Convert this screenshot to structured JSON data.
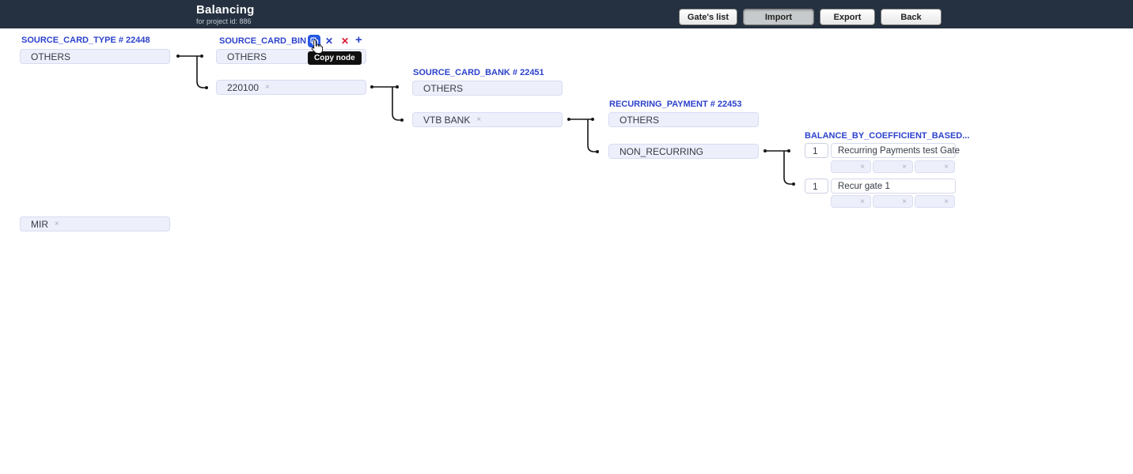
{
  "colors": {
    "header_bg": "#253140",
    "accent_blue": "#2d42cc",
    "danger_red": "#de1430",
    "copy_button_bg": "#2457e2",
    "box_bg": "#edeffb",
    "box_border": "#d8dcf2"
  },
  "icons": {
    "remove_glyph": "×",
    "close_glyph": "✕",
    "add_glyph": "+"
  },
  "header": {
    "title": "Balancing",
    "subtitle": "for project id: 886",
    "buttons": [
      "Gate's list",
      "Import",
      "Export",
      "Back"
    ]
  },
  "cursor_tooltip": "Copy node",
  "columns": [
    {
      "title": "SOURCE_CARD_TYPE # 22448",
      "nodes": [
        {
          "label": "OTHERS"
        },
        {
          "label": "MIR",
          "removable": true
        }
      ]
    },
    {
      "title": "SOURCE_CARD_BIN ...",
      "nodes": [
        {
          "label": "OTHERS"
        },
        {
          "label": "220100",
          "removable": true
        }
      ]
    },
    {
      "title": "SOURCE_CARD_BANK # 22451",
      "nodes": [
        {
          "label": "OTHERS"
        },
        {
          "label": "VTB BANK",
          "removable": true
        }
      ]
    },
    {
      "title": "RECURRING_PAYMENT # 22453",
      "nodes": [
        {
          "label": "OTHERS"
        },
        {
          "label": "NON_RECURRING"
        }
      ]
    },
    {
      "title": "BALANCE_BY_COEFFICIENT_BASED...",
      "gates": [
        {
          "coefficient": "1",
          "name": "Recurring Payments test Gate"
        },
        {
          "coefficient": "1",
          "name": "Recur gate 1"
        }
      ]
    }
  ]
}
